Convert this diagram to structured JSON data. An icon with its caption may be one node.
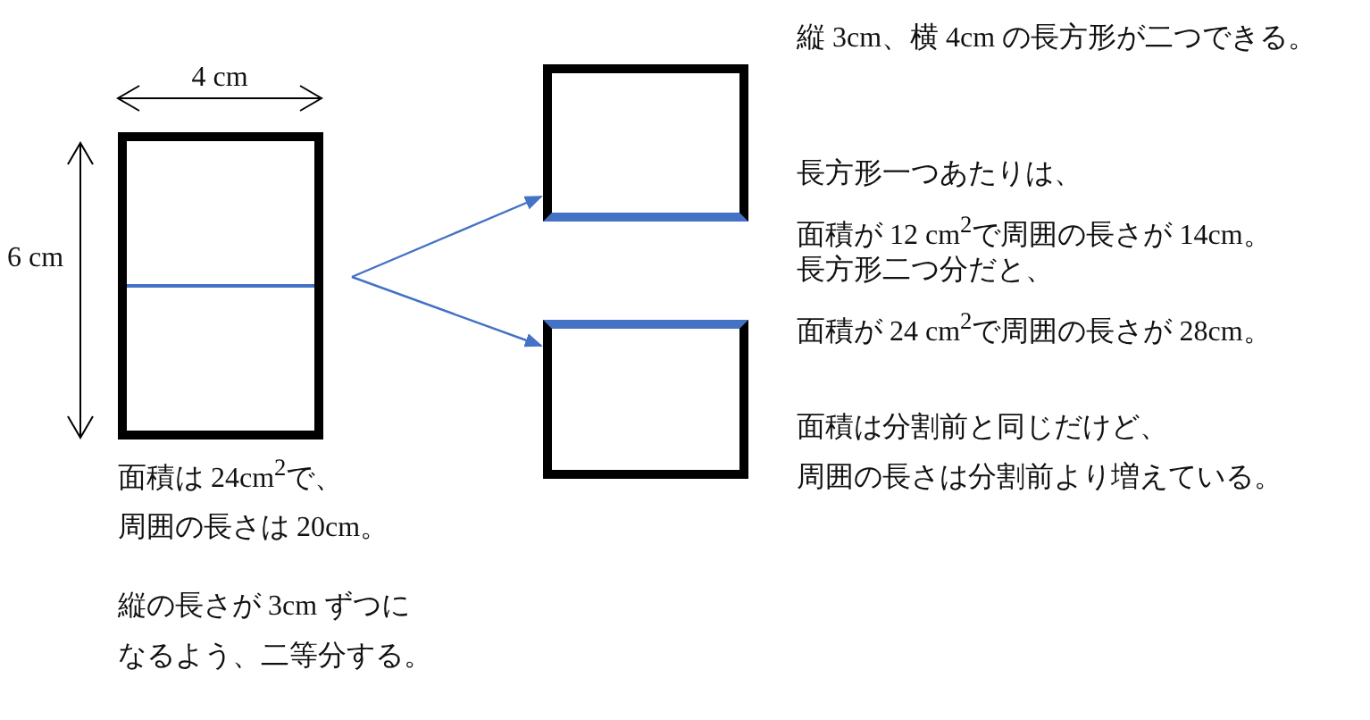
{
  "diagram": {
    "nodes": [
      {
        "text": [],
        "shape": "box"
      },
      {
        "text": [],
        "shape": "box"
      },
      {
        "text": [],
        "shape": "box"
      }
    ],
    "edges": [
      {
        "from": null,
        "to": 1,
        "arrow": "to"
      },
      {
        "from": null,
        "to": 2,
        "arrow": "to"
      }
    ],
    "labels": [
      "4 cm",
      "6 cm",
      "面積は 24cm$^{2}$で、周囲の長さは 20cm。",
      "縦の長さが 3cm ずつになるよう、二等分する。",
      "縦 3cm、横 4cm の長方形が二つできる。",
      "長方形一つあたりは、面積が 12 cm$^{2}$で周囲の長さが 14cm。",
      "長方形二つ分だと、面積が 24 cm$^{2}$で周囲の長さが 28cm。",
      "面積は分割前と同じだけど、周囲の長さは分割前より増えている。"
    ]
  }
}
